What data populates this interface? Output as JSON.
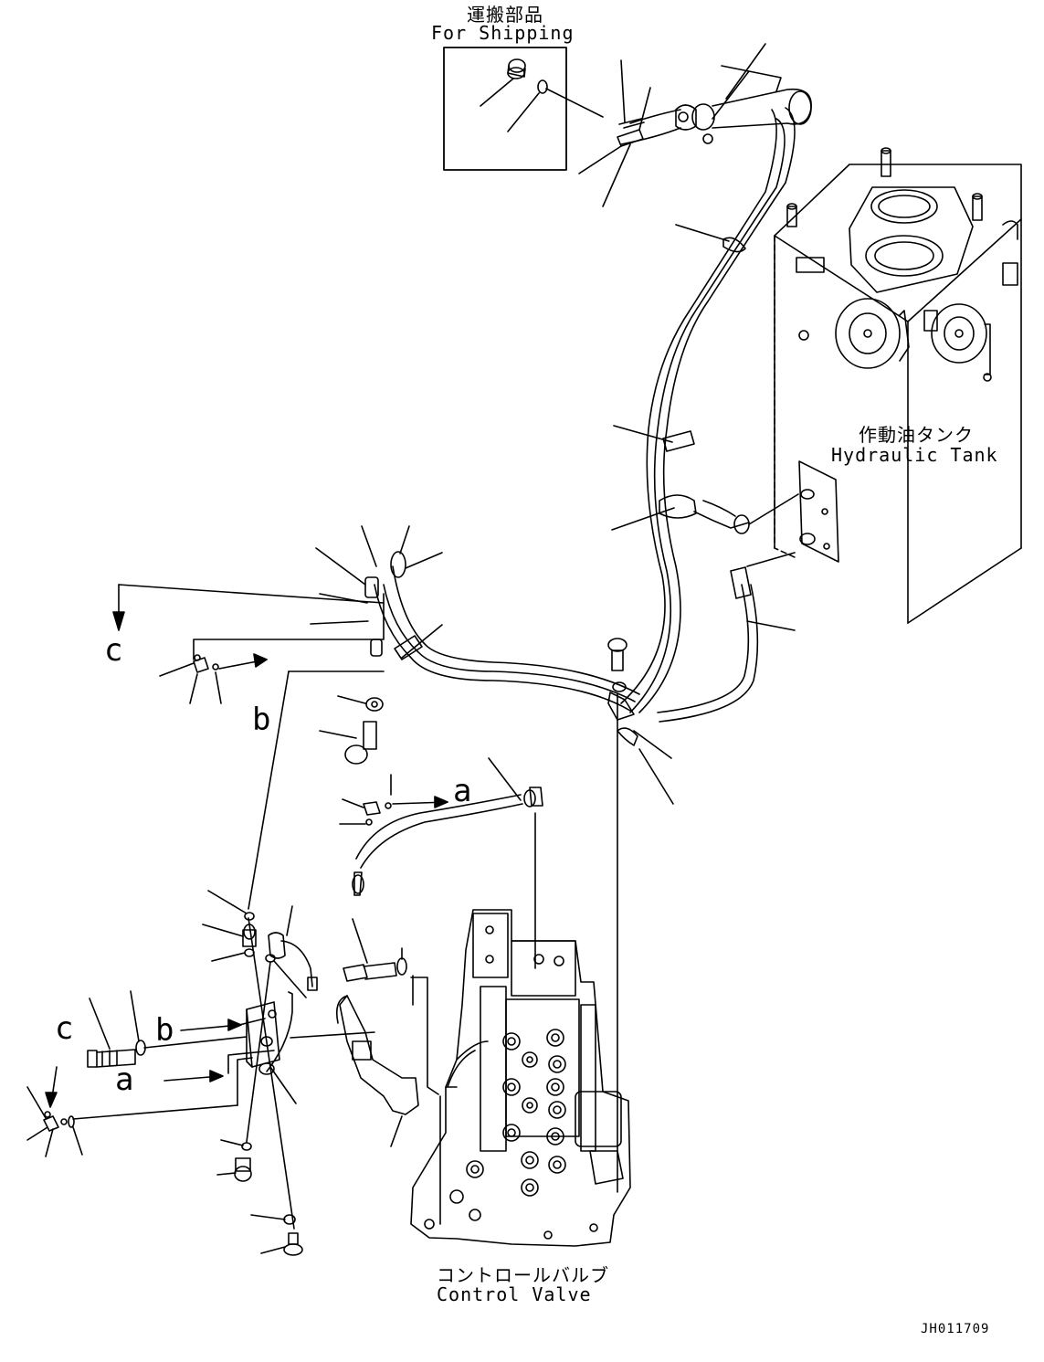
{
  "labels": {
    "shipping_jp": "運搬部品",
    "shipping_en": "For Shipping",
    "tank_jp": "作動油タンク",
    "tank_en": "Hydraulic Tank",
    "valve_jp": "コントロールバルブ",
    "valve_en": "Control Valve",
    "drawing_no": "JH011709"
  },
  "callouts": {
    "a_1": "a",
    "a_2": "a",
    "b_1": "b",
    "b_2": "b",
    "c_1": "c",
    "c_2": "c"
  }
}
